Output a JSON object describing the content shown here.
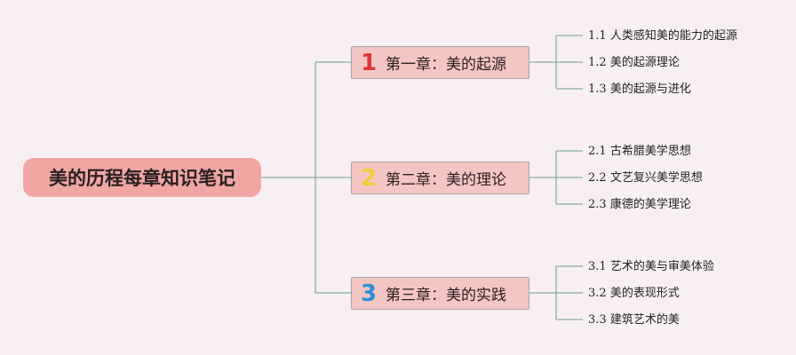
{
  "root": {
    "title": "美的历程每章知识笔记"
  },
  "colors": {
    "line": "#86aea4",
    "root_bg": "#f0a7a4",
    "chapter_bg": "#f4c6c3",
    "num1": "#e0363a",
    "num2": "#f4cc3a",
    "num3": "#2f8fd6"
  },
  "chapters": [
    {
      "number": "1",
      "title": "第一章：美的起源",
      "items": [
        {
          "num": "1.1",
          "text": "人类感知美的能力的起源"
        },
        {
          "num": "1.2",
          "text": "美的起源理论"
        },
        {
          "num": "1.3",
          "text": "美的起源与进化"
        }
      ]
    },
    {
      "number": "2",
      "title": "第二章：美的理论",
      "items": [
        {
          "num": "2.1",
          "text": "古希腊美学思想"
        },
        {
          "num": "2.2",
          "text": "文艺复兴美学思想"
        },
        {
          "num": "2.3",
          "text": "康德的美学理论"
        }
      ]
    },
    {
      "number": "3",
      "title": "第三章：美的实践",
      "items": [
        {
          "num": "3.1",
          "text": "艺术的美与审美体验"
        },
        {
          "num": "3.2",
          "text": "美的表现形式"
        },
        {
          "num": "3.3",
          "text": "建筑艺术的美"
        }
      ]
    }
  ]
}
